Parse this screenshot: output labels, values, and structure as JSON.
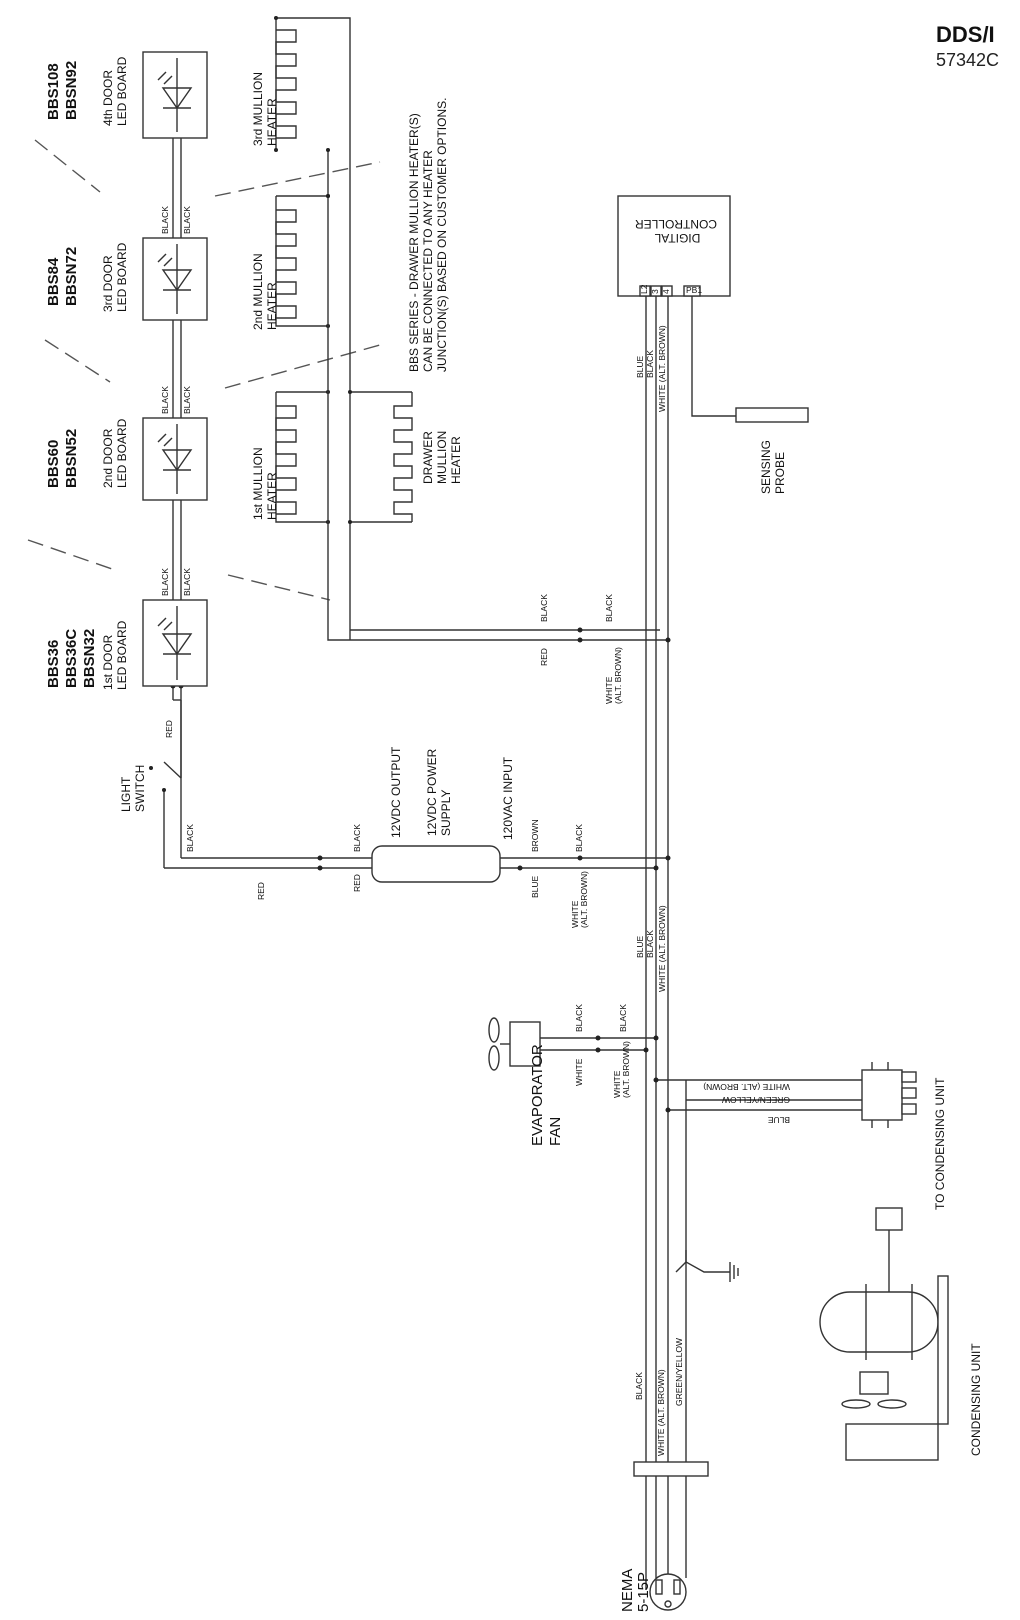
{
  "header": {
    "title": "DDS/I",
    "number": "57342C"
  },
  "doors": [
    {
      "models": [
        "BBS36",
        "BBS36C",
        "BBSN32"
      ],
      "board": [
        "1st DOOR",
        "LED BOARD"
      ]
    },
    {
      "models": [
        "BBS60",
        "BBSN52"
      ],
      "board": [
        "2nd DOOR",
        "LED BOARD"
      ]
    },
    {
      "models": [
        "BBS84",
        "BBSN72"
      ],
      "board": [
        "3rd DOOR",
        "LED BOARD"
      ]
    },
    {
      "models": [
        "BBS108",
        "BBSN92"
      ],
      "board": [
        "4th DOOR",
        "LED BOARD"
      ]
    }
  ],
  "heaters": {
    "m1": [
      "1st MULLION",
      "HEATER"
    ],
    "m2": [
      "2nd MULLION",
      "HEATER"
    ],
    "m3": [
      "3rd MULLION",
      "HEATER"
    ],
    "drawer": [
      "DRAWER",
      "MULLION",
      "HEATER"
    ]
  },
  "note": [
    "BBS SERIES - DRAWER MULLION HEATER(S)",
    "CAN BE CONNECTED TO ANY HEATER",
    "JUNCTION(S) BASED ON CUSTOMER OPTIONS."
  ],
  "controller": [
    "DIGITAL",
    "CONTROLLER"
  ],
  "terminals": [
    "L2",
    "3",
    "4",
    "PB1"
  ],
  "probe": [
    "SENSING",
    "PROBE"
  ],
  "light_switch": [
    "LIGHT",
    "SWITCH"
  ],
  "power_supply": {
    "output": "12VDC OUTPUT",
    "name": [
      "12VDC POWER",
      "SUPPLY"
    ],
    "input": "120VAC INPUT"
  },
  "evaporator": [
    "EVAPORATOR",
    "FAN"
  ],
  "condensing_link": "TO CONDENSING UNIT",
  "condensing_unit": "CONDENSING UNIT",
  "plug": [
    "NEMA",
    "5-15P"
  ],
  "wires": {
    "black": "BLACK",
    "red": "RED",
    "blue": "BLUE",
    "brown": "BROWN",
    "white": "WHITE",
    "white_alt_1": "WHITE",
    "white_alt_2": "(ALT. BROWN)",
    "white_alt_inline": "WHITE (ALT. BROWN)",
    "green_yellow": "GREEN/YELLOW"
  }
}
